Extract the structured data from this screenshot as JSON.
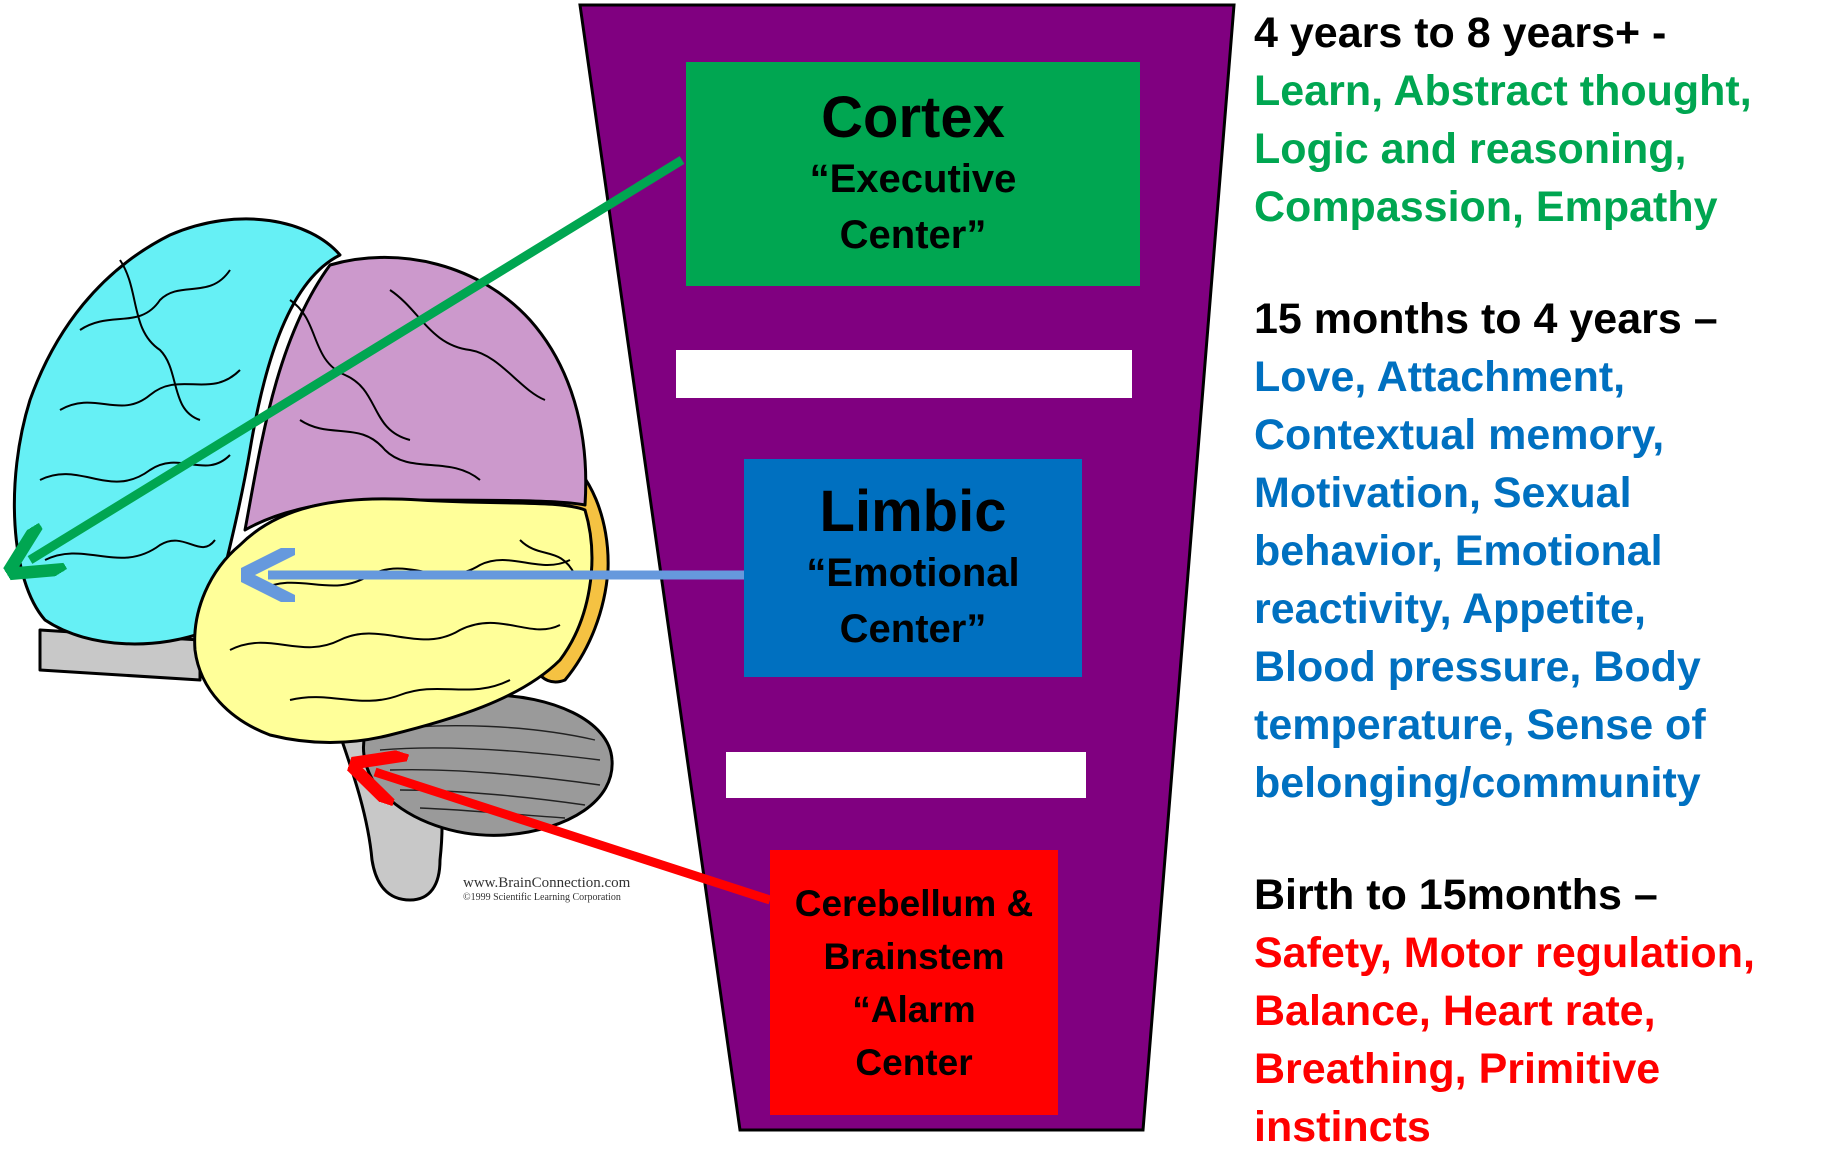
{
  "colors": {
    "funnel": "#800080",
    "cortex": "#00a651",
    "limbic": "#0070c0",
    "alarm": "#ff0000",
    "brain_frontal": "#66f0f5",
    "brain_parietal": "#cc99cc",
    "brain_temporal": "#ffff99",
    "brain_occipital": "#f5c242",
    "brain_cerebellum": "#9a9a9a",
    "brain_brainstem": "#c8c8c8"
  },
  "funnel": {
    "cortex": {
      "title": "Cortex",
      "subtitle_line1": "“Executive",
      "subtitle_line2": "Center”"
    },
    "limbic": {
      "title": "Limbic",
      "subtitle_line1": "“Emotional",
      "subtitle_line2": "Center”"
    },
    "alarm": {
      "line1": "Cerebellum &",
      "line2": "Brainstem",
      "line3": "“Alarm",
      "line4": "Center"
    }
  },
  "stages": {
    "cortex": {
      "age": "4 years to 8 years+ -",
      "description": "Learn, Abstract thought, Logic and reasoning, Compassion, Empathy"
    },
    "limbic": {
      "age": "15 months to 4 years –",
      "description": "Love, Attachment, Contextual memory, Motivation, Sexual behavior, Emotional reactivity, Appetite, Blood pressure, Body temperature, Sense of belonging/community"
    },
    "alarm": {
      "age": "Birth to 15months –",
      "description": "Safety, Motor regulation, Balance, Heart rate, Breathing, Primitive instincts"
    }
  },
  "image_credit": {
    "line1": "www.BrainConnection.com",
    "line2": "©1999 Scientific Learning Corporation"
  }
}
